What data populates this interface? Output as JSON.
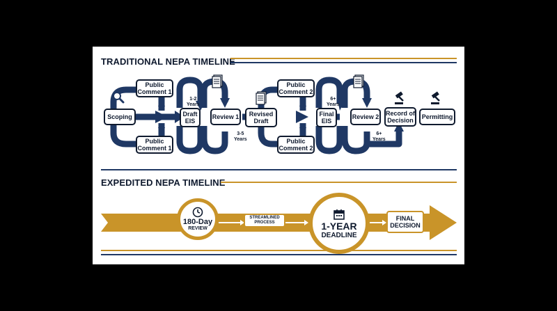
{
  "traditional": {
    "heading": "TRADITIONAL NEPA TIMELINE",
    "steps": {
      "scoping": "Scoping",
      "public_comment_1_top": "Public Comment 1",
      "public_comment_1_bottom": "Public Comment 1",
      "draft_eis": "Draft EIS",
      "review_1": "Review 1",
      "revised_draft": "Revised Draft",
      "public_comment_2_top": "Public Comment 2",
      "public_comment_2_bottom": "Public Comment 2",
      "final_eis": "Final EIS",
      "review_2": "Review 2",
      "record_of_decision": "Record of Decision",
      "permitting": "Permitting"
    },
    "durations": {
      "d1": "1-2\nYears",
      "d2": "3-5\nYears",
      "d3": "6+\nYears",
      "d4": "6+\nYears"
    }
  },
  "expedited": {
    "heading": "EXPEDITED NEPA TIMELINE",
    "review_days": "180-Day",
    "review_label": "REVIEW",
    "streamlined": "STREAMLINED PROCESS",
    "deadline_value": "1-YEAR",
    "deadline_label": "DEADLINE",
    "final_decision": "FINAL DECISION"
  },
  "colors": {
    "navy": "#1f3864",
    "gold": "#c99429",
    "ink": "#0f1a2e"
  },
  "icons": [
    "magnifier-icon",
    "document-icon",
    "gavel-icon",
    "clock-icon",
    "calendar-icon"
  ]
}
